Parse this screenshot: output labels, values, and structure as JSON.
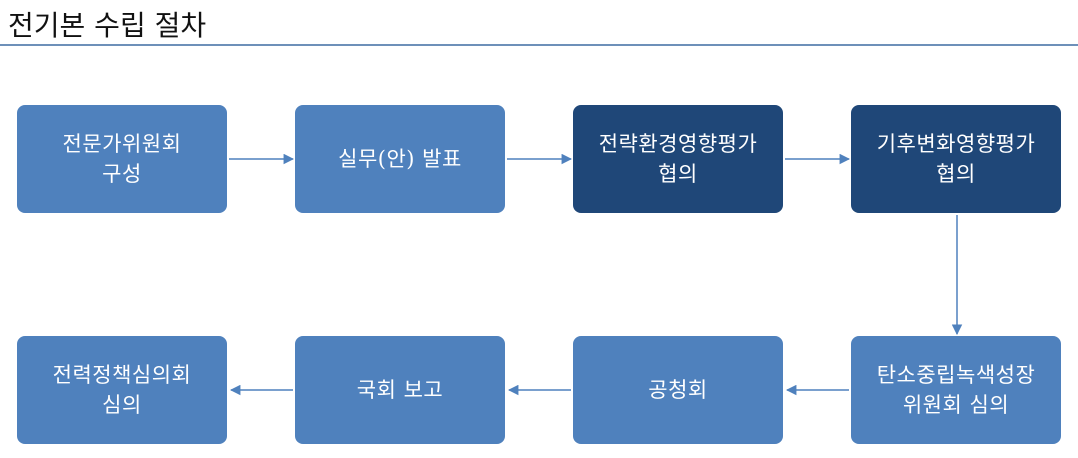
{
  "title": "전기본 수립 절차",
  "colors": {
    "light_box": "#4f81bd",
    "dark_box": "#1f4778",
    "arrow": "#4f81bd",
    "rule": "#6d90b9"
  },
  "steps": [
    {
      "label": "전문가위원회\n구성"
    },
    {
      "label": "실무(안) 발표"
    },
    {
      "label": "전략환경영향평가\n협의"
    },
    {
      "label": "기후변화영향평가\n협의"
    },
    {
      "label": "탄소중립녹색성장\n위원회 심의"
    },
    {
      "label": "공청회"
    },
    {
      "label": "국회 보고"
    },
    {
      "label": "전력정책심의회\n심의"
    }
  ]
}
